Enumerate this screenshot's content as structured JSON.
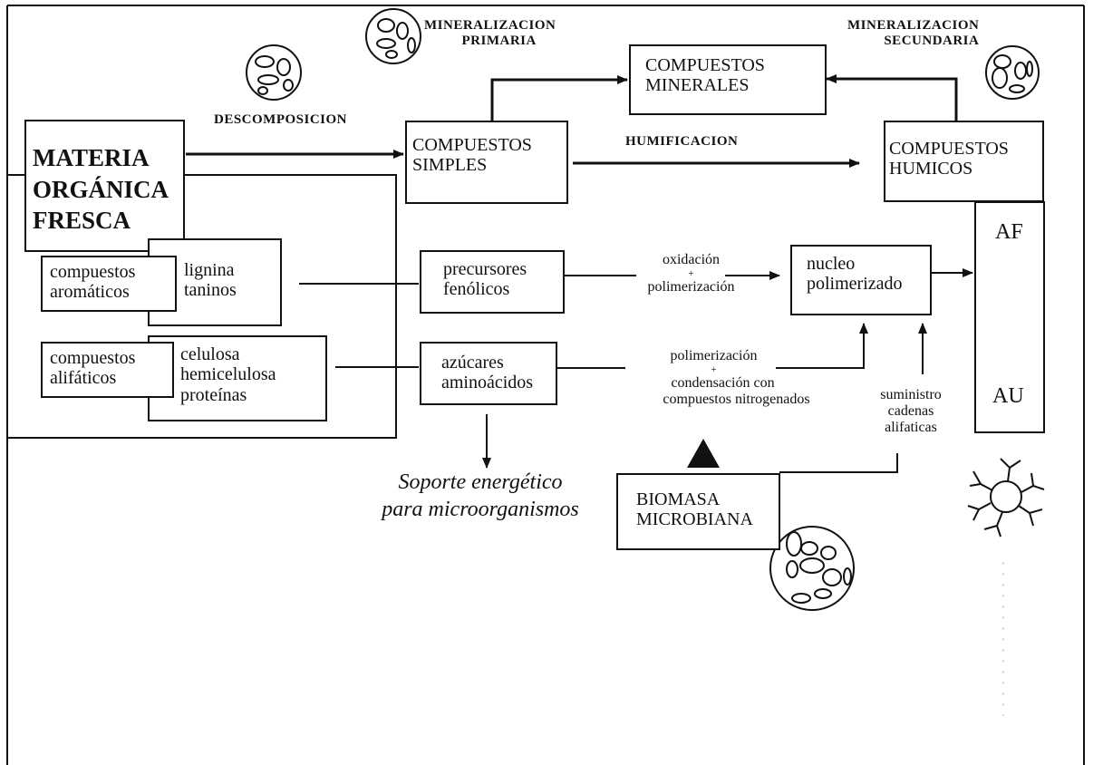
{
  "processes": {
    "mineralizacion_primaria": [
      "MINERALIZACION",
      "PRIMARIA"
    ],
    "mineralizacion_secundaria": [
      "MINERALIZACION",
      "SECUNDARIA"
    ],
    "descomposicion": "DESCOMPOSICION",
    "humificacion": "HUMIFICACION"
  },
  "boxes": {
    "materia_organica": [
      "MATERIA",
      "ORGÁNICA",
      "FRESCA"
    ],
    "compuestos_simples": [
      "COMPUESTOS",
      "SIMPLES"
    ],
    "compuestos_minerales": [
      "COMPUESTOS",
      "MINERALES"
    ],
    "compuestos_humicos": [
      "COMPUESTOS",
      "HUMICOS"
    ],
    "compuestos_aromaticos": [
      "compuestos",
      "aromáticos"
    ],
    "lignina_taninos": [
      "lignina",
      "taninos"
    ],
    "compuestos_alifaticos": [
      "compuestos",
      "alifáticos"
    ],
    "celulosa": [
      "celulosa",
      "hemicelulosa",
      "proteínas"
    ],
    "precursores_fenolicos": [
      "precursores",
      "fenólicos"
    ],
    "azucares_aminoacidos": [
      "azúcares",
      "aminoácidos"
    ],
    "nucleo_polimerizado": [
      "nucleo",
      "polimerizado"
    ],
    "biomasa_microbiana": [
      "BIOMASA",
      "MICROBIANA"
    ]
  },
  "edge_labels": {
    "oxidacion": [
      "oxidación",
      "+",
      "polimerización"
    ],
    "polimerizacion": [
      "polimerización",
      "+",
      "condensación con",
      "compuestos  nitrogenados"
    ],
    "suministro": [
      "suministro",
      "cadenas",
      "alifaticas"
    ]
  },
  "humic_fractions": {
    "top": "AF",
    "bottom": "AU"
  },
  "soporte": [
    "Soporte energético",
    "para microorganismos"
  ],
  "colors": {
    "ink": "#111111",
    "background": "#ffffff"
  }
}
